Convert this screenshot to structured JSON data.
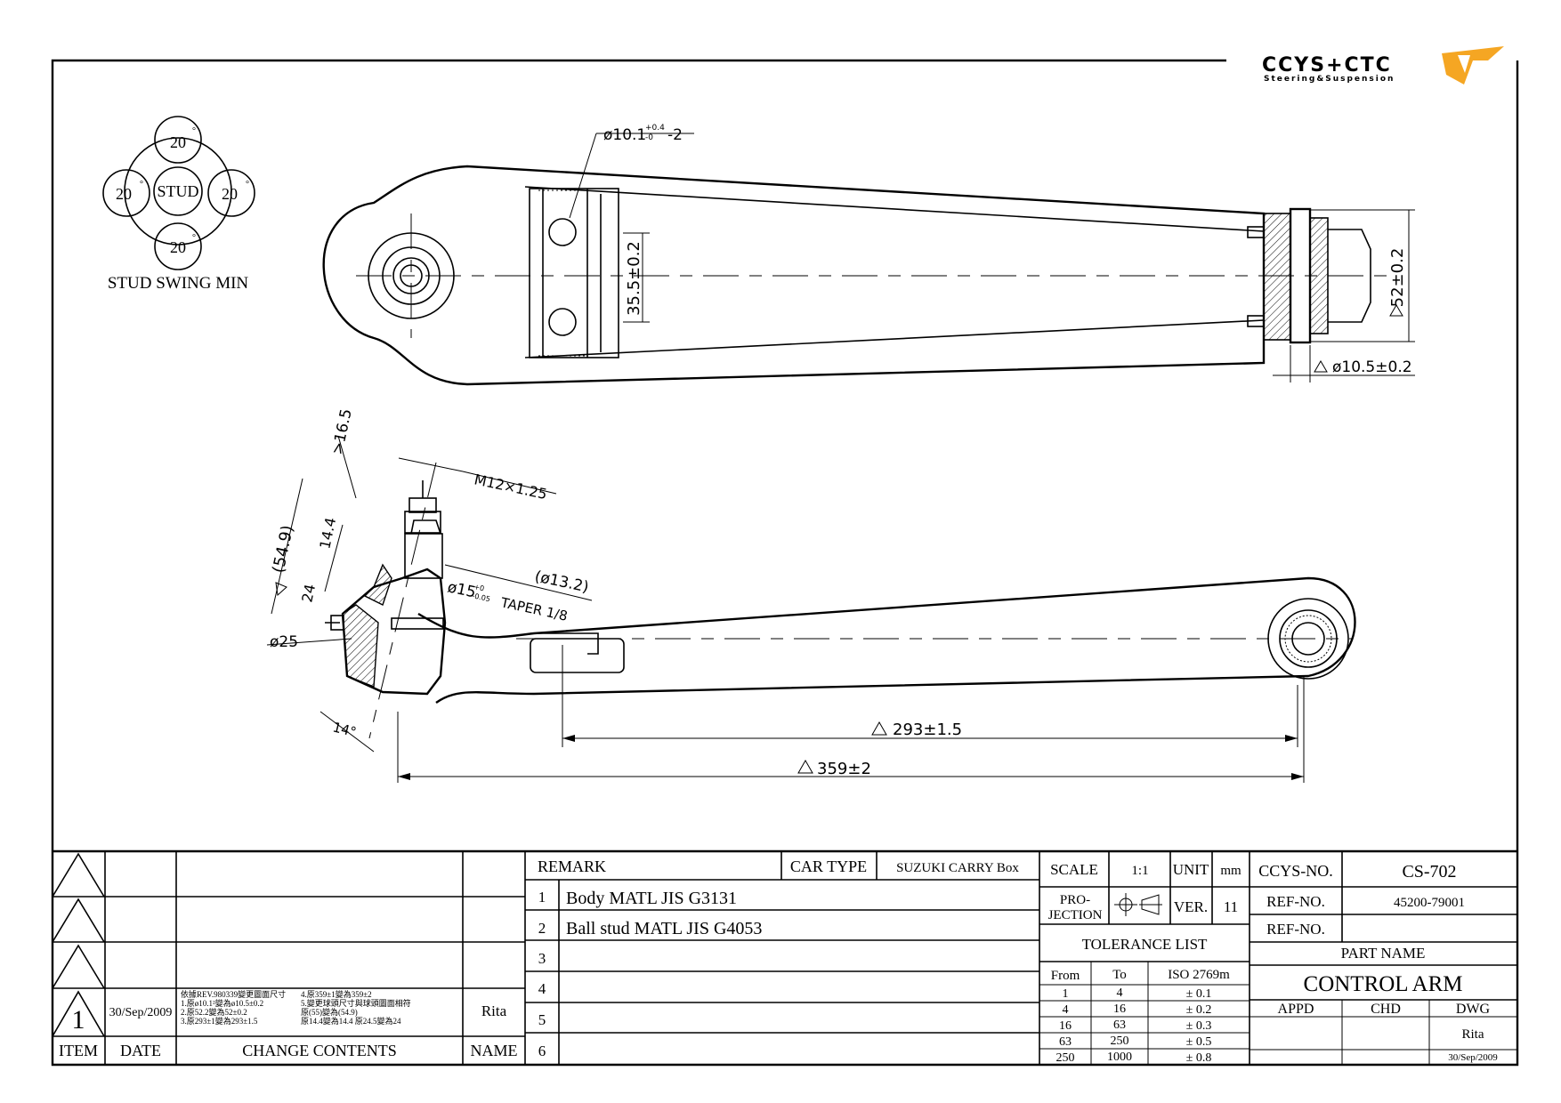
{
  "logo": {
    "brand": "CCYS+CTC",
    "tagline": "Steering&Suspension",
    "accent": "#f5a623",
    "gray": "#8a8a8a"
  },
  "stud_swing": {
    "center": "STUD",
    "angles": [
      "20",
      "20",
      "20",
      "20"
    ],
    "caption": "STUD SWING MIN"
  },
  "dims": {
    "hole_dia": "ø10.1",
    "hole_tol_up": "+0.4",
    "hole_tol_dn": "-0",
    "hole_qty": "-2",
    "hole_pitch": "35.5±0.2",
    "bush_od": "52±0.2",
    "bush_id": "ø10.5±0.2",
    "stud_len": ">16.5",
    "thread": "M12×1.25",
    "total_h": "(54.9)",
    "d144": "14.4",
    "d24": "24",
    "d13": "(ø13.2)",
    "taper_dia": "ø15",
    "taper_up": "+0",
    "taper_dn": "-0.05",
    "taper": "TAPER 1/8",
    "d25": "ø25",
    "angle": "14°",
    "c2c": "293±1.5",
    "overall": "359±2"
  },
  "revision": {
    "ver_mark": "1",
    "date": "30/Sep/2009",
    "notes_left": [
      "依據REV.980339變更圖面尺寸",
      "1.原ø10.1²變為ø10.5±0.2",
      "2.原52.2變為52±0.2",
      "3.原293±1變為293±1.5"
    ],
    "notes_right": [
      "4.原359±1變為359±2",
      "5.變更球頭尺寸與球頭圖面相符",
      "原(55)變為(54.9)",
      "原14.4變為14.4 原24.5變為24"
    ],
    "name": "Rita",
    "headers": {
      "item": "ITEM",
      "date": "DATE",
      "change": "CHANGE CONTENTS",
      "name": "NAME"
    }
  },
  "remark": {
    "title": "REMARK",
    "car_type_label": "CAR TYPE",
    "car_type": "SUZUKI CARRY Box",
    "rows": [
      {
        "no": "1",
        "text": "Body MATL JIS G3131"
      },
      {
        "no": "2",
        "text": "Ball stud MATL JIS G4053"
      },
      {
        "no": "3",
        "text": ""
      },
      {
        "no": "4",
        "text": ""
      },
      {
        "no": "5",
        "text": ""
      },
      {
        "no": "6",
        "text": ""
      }
    ]
  },
  "spec": {
    "scale_label": "SCALE",
    "scale": "1:1",
    "unit_label": "UNIT",
    "unit": "mm",
    "projection_label1": "PRO-",
    "projection_label2": "JECTION",
    "ver_label": "VER.",
    "ver": "11",
    "tolerance_title": "TOLERANCE LIST",
    "tol_headers": [
      "From",
      "To",
      "ISO 2769m"
    ],
    "tolerances": [
      [
        "1",
        "4",
        "± 0.1"
      ],
      [
        "4",
        "16",
        "± 0.2"
      ],
      [
        "16",
        "63",
        "± 0.3"
      ],
      [
        "63",
        "250",
        "± 0.5"
      ],
      [
        "250",
        "1000",
        "± 0.8"
      ]
    ]
  },
  "title_block": {
    "ccys_label": "CCYS-NO.",
    "ccys_no": "CS-702",
    "ref_label": "REF-NO.",
    "ref_no": "45200-79001",
    "ref2_label": "REF-NO.",
    "ref2_no": "",
    "part_name_label": "PART NAME",
    "part_name": "CONTROL ARM",
    "appd": "APPD",
    "chd": "CHD",
    "dwg": "DWG",
    "dwg_name": "Rita",
    "dwg_date": "30/Sep/2009"
  }
}
